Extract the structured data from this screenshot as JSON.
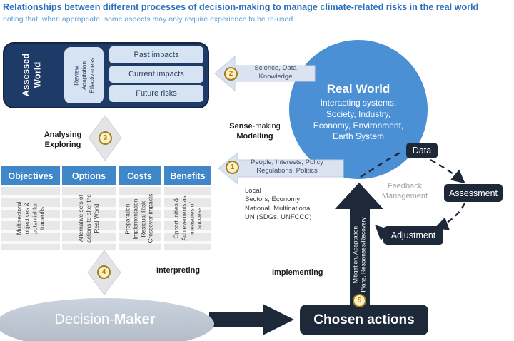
{
  "header": {
    "title": "Relationships between different processes of decision-making to manage climate-related risks in the real world",
    "subtitle": "noting that, when appropriate, some aspects may only require experience to be re-used"
  },
  "assessed_world": {
    "label": "Assessed\nWorld",
    "review": "Review\nAdaptation\nEffectiveness",
    "items": [
      "Past impacts",
      "Current impacts",
      "Future risks"
    ]
  },
  "real_world": {
    "title": "Real World",
    "subtitle": "Interacting systems:\nSociety, Industry,\nEconomy, Environment,\nEarth System"
  },
  "steps": {
    "n1": "1",
    "n2": "2",
    "n3": "3",
    "n4": "4",
    "n5": "5"
  },
  "flows": {
    "science": "Science, Data\nKnowledge",
    "people": "People, Interests, Policy\nRegulations, Politics",
    "mitigation": "Mitigation, Adaptation\nPlans, Responses/Recovery"
  },
  "process": {
    "analysing": "Analysing\nExploring",
    "interpreting": "Interpreting",
    "implementing": "Implementing",
    "sense_bold": "Sense",
    "sense_rest": "-making",
    "modelling": "Modelling"
  },
  "scales": "Local\nSectors, Economy\nNational, Multinational\nUN (SDGs, UNFCCC)",
  "table": {
    "headers": [
      "Objectives",
      "Options",
      "Costs",
      "Benefits"
    ],
    "cells": [
      "Multisectoral\nobjectives &\npotential for\ntradeoffs",
      "Alternative sets of\nactions to alter the\nReal World",
      "Preparation,\nImplementation,\nResidual Risk,\nCrossover impacts",
      "Opportunities &\nAchievements as\nmeasures of\nsuccess"
    ]
  },
  "feedback": {
    "label": "Feedback\nManagement",
    "data": "Data",
    "assessment": "Assessment",
    "adjustment": "Adjustment"
  },
  "decision_maker": {
    "normal": "Decision-",
    "bold": "Maker"
  },
  "chosen_actions": "Chosen actions",
  "colors": {
    "title_blue": "#2b6fbe",
    "subtitle_blue": "#5ba0d9",
    "navy": "#1e3a66",
    "dark": "#1d2838",
    "circle_blue": "#4b90d5",
    "header_blue": "#3f87c8",
    "light_blue": "#d5e3f3",
    "gold": "#9e8020",
    "gray_ellipse": "#b7c0cd"
  }
}
